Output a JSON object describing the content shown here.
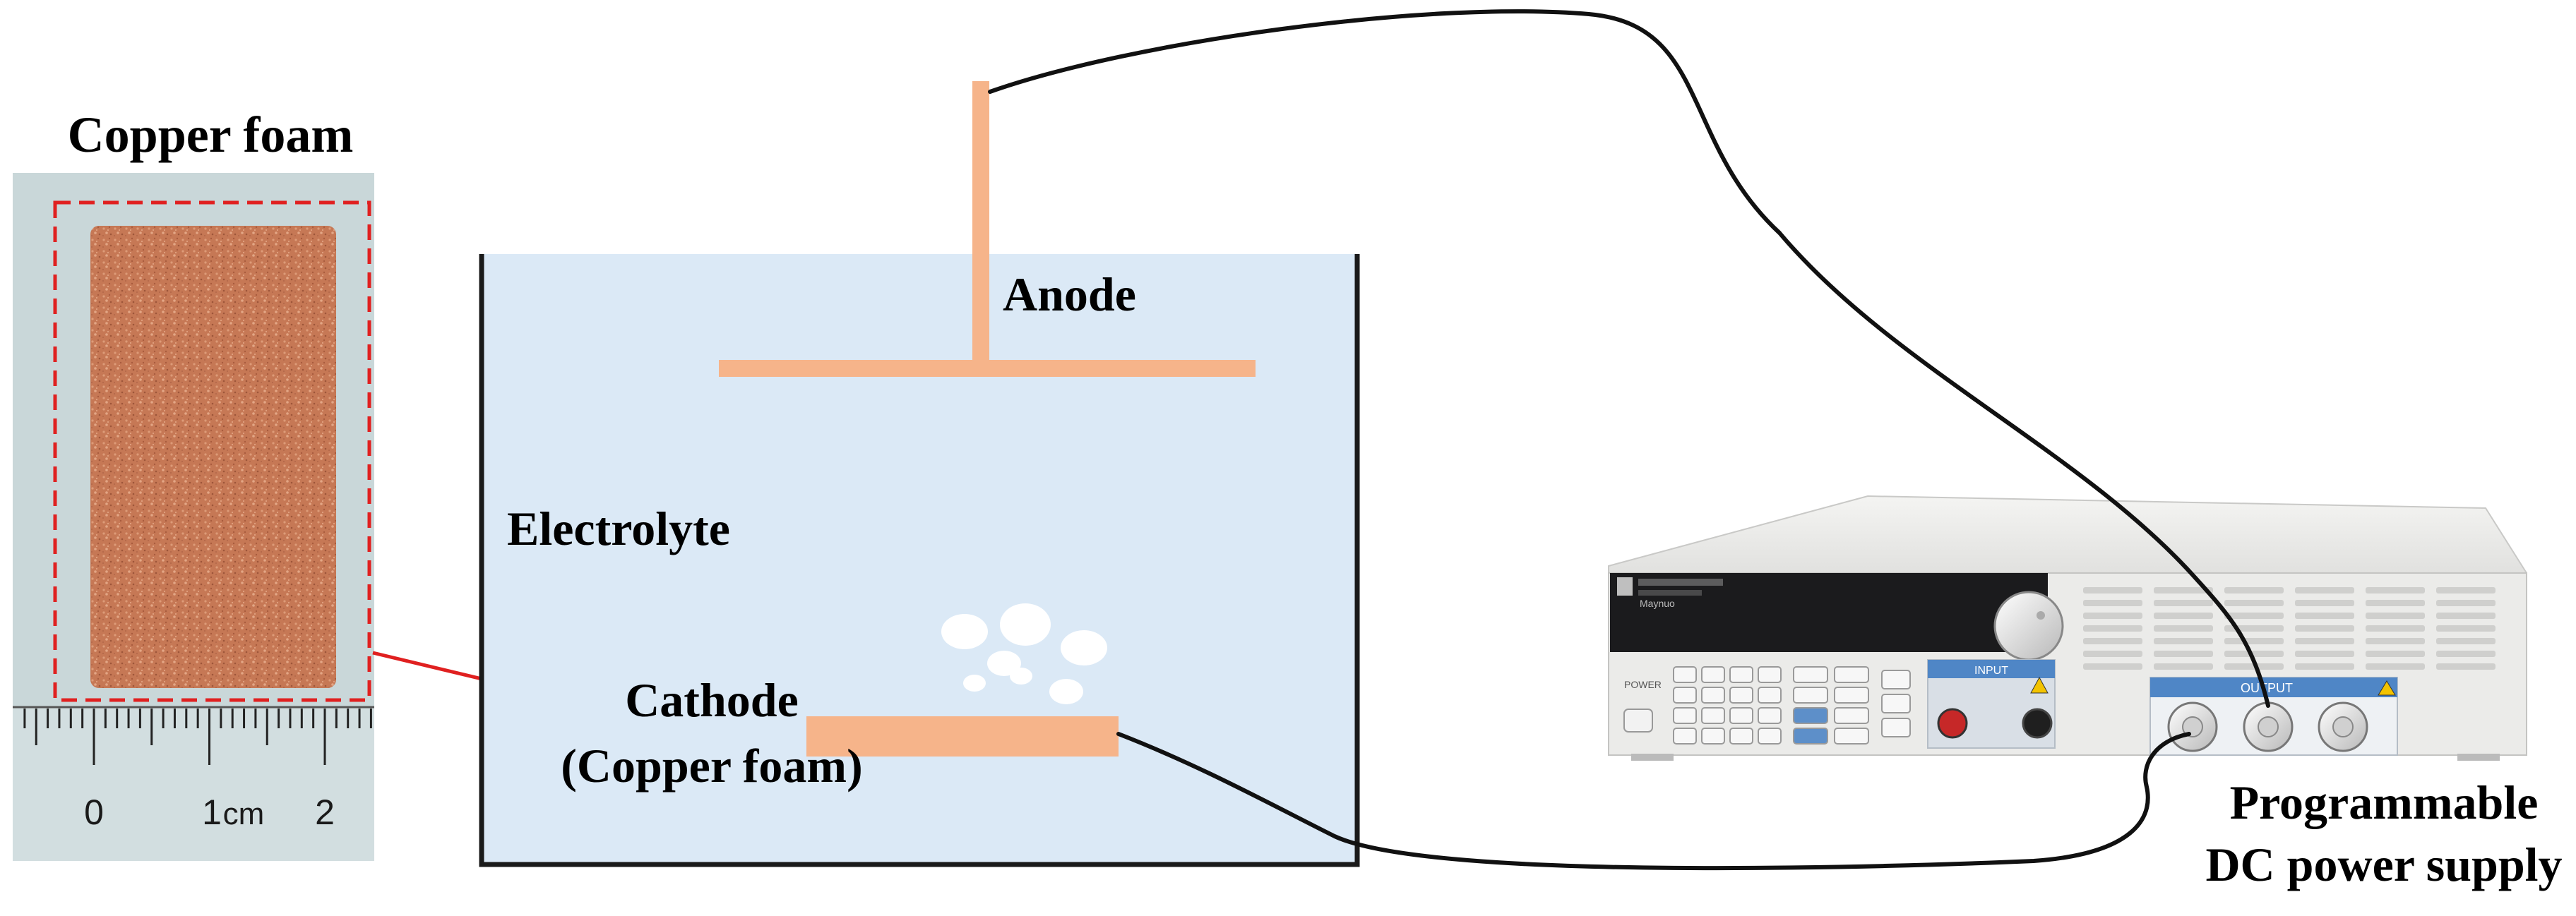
{
  "labels": {
    "copper_foam_title": "Copper foam",
    "anode": "Anode",
    "electrolyte": "Electrolyte",
    "cathode_line1": "Cathode",
    "cathode_line2": "(Copper foam)",
    "power_supply_line1": "Programmable",
    "power_supply_line2": "DC power supply"
  },
  "ruler": {
    "mark_0": "0",
    "mark_1": "1",
    "unit": "cm",
    "mark_2": "2"
  },
  "device_panel": {
    "brand": "Maynuo",
    "input_label": "INPUT",
    "output_label": "OUTPUT",
    "power_label": "POWER"
  },
  "colors": {
    "electrode": "#f6b48a",
    "electrolyte": "#dbe9f6",
    "tank_outline": "#1a1a1a",
    "wire": "#111111",
    "dashed_box": "#e02020",
    "arrow": "#e02020",
    "photo_background": "#c8d6d8",
    "copper_sample": "#c87a56",
    "device_body": "#e8e8e6",
    "device_stripe": "#5d8fc9"
  }
}
